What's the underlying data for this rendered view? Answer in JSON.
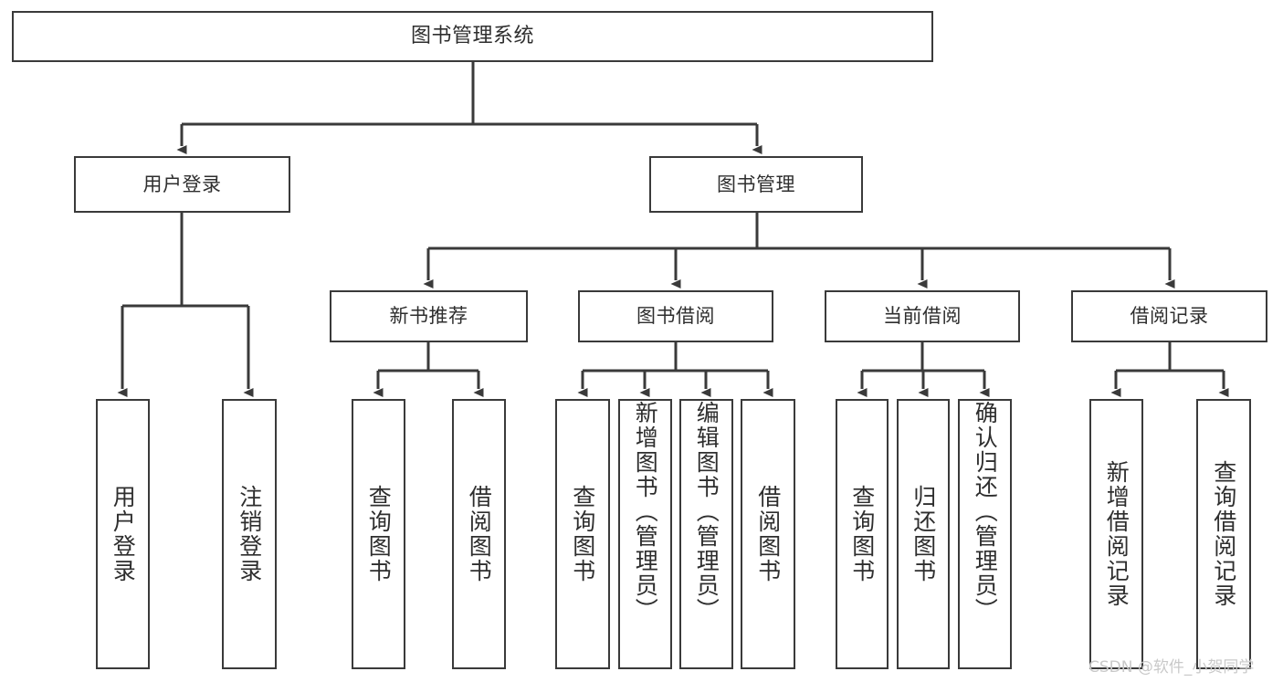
{
  "diagram": {
    "type": "tree-hierarchy",
    "title": "图书管理系统",
    "orientation": "top-down",
    "colors": {
      "box_border": "#3a3a3a",
      "box_fill": "#ffffff",
      "line": "#3a3a3a",
      "text": "#2e2e2e",
      "watermark": "#c9c9c9",
      "background": "#ffffff"
    },
    "root": {
      "id": "root",
      "label": "图书管理系统"
    },
    "level1": [
      {
        "id": "user-login",
        "label": "用户登录"
      },
      {
        "id": "book-manage",
        "label": "图书管理"
      }
    ],
    "level2": [
      {
        "id": "new-book-recommend",
        "label": "新书推荐",
        "parent": "book-manage"
      },
      {
        "id": "book-borrow",
        "label": "图书借阅",
        "parent": "book-manage"
      },
      {
        "id": "current-borrow",
        "label": "当前借阅",
        "parent": "book-manage"
      },
      {
        "id": "borrow-record",
        "label": "借阅记录",
        "parent": "book-manage"
      }
    ],
    "leaves": [
      {
        "id": "leaf-user-login",
        "label": "用户登录",
        "parent": "user-login"
      },
      {
        "id": "leaf-user-logout",
        "label": "注销登录",
        "parent": "user-login"
      },
      {
        "id": "leaf-query-book-1",
        "label": "查询图书",
        "parent": "new-book-recommend"
      },
      {
        "id": "leaf-borrow-book-1",
        "label": "借阅图书",
        "parent": "new-book-recommend"
      },
      {
        "id": "leaf-query-book-2",
        "label": "查询图书",
        "parent": "book-borrow"
      },
      {
        "id": "leaf-add-book",
        "label": "新增图书（管理员）",
        "parent": "book-borrow"
      },
      {
        "id": "leaf-edit-book",
        "label": "编辑图书（管理员）",
        "parent": "book-borrow"
      },
      {
        "id": "leaf-borrow-book-2",
        "label": "借阅图书",
        "parent": "book-borrow"
      },
      {
        "id": "leaf-query-book-3",
        "label": "查询图书",
        "parent": "current-borrow"
      },
      {
        "id": "leaf-return-book",
        "label": "归还图书",
        "parent": "current-borrow"
      },
      {
        "id": "leaf-confirm-return",
        "label": "确认归还（管理员）",
        "parent": "current-borrow"
      },
      {
        "id": "leaf-add-record",
        "label": "新增借阅记录",
        "parent": "borrow-record"
      },
      {
        "id": "leaf-query-record",
        "label": "查询借阅记录",
        "parent": "borrow-record"
      }
    ]
  },
  "watermark": {
    "text": "CSDN @软件_小贺同学"
  }
}
